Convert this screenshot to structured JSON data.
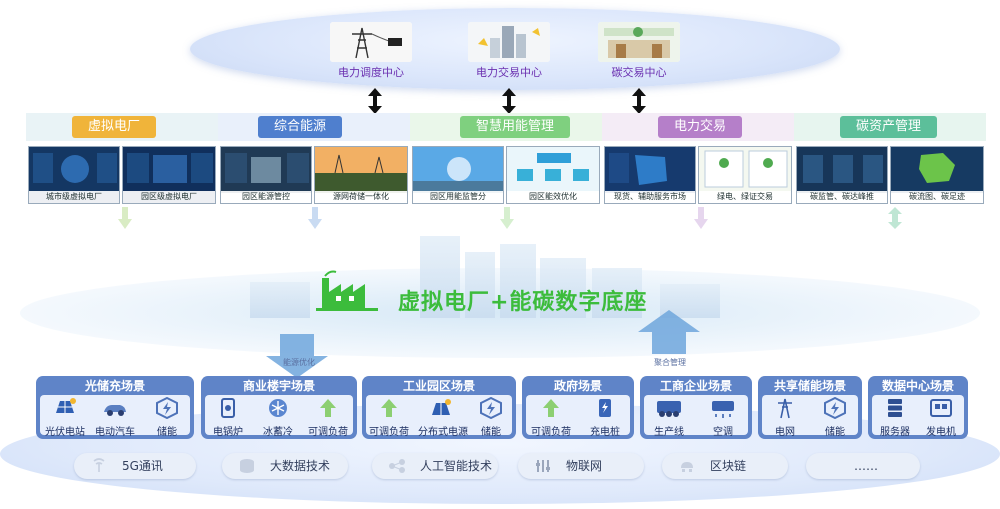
{
  "top_centers": [
    {
      "label": "电力调度中心"
    },
    {
      "label": "电力交易中心"
    },
    {
      "label": "碳交易中心"
    }
  ],
  "platforms": [
    {
      "title": "虚拟电厂",
      "color": "#f0b43a",
      "band": "#e9f3f6",
      "screens": [
        "城市级虚拟电厂",
        "园区级虚拟电厂"
      ]
    },
    {
      "title": "综合能源",
      "color": "#4f7fce",
      "band": "#e9f0fb",
      "screens": [
        "园区能源管控",
        "源网荷储一体化"
      ]
    },
    {
      "title": "智慧用能管理",
      "color": "#7fd07f",
      "band": "#eaf7ea",
      "screens": [
        "园区用能监管分",
        "园区能效优化"
      ]
    },
    {
      "title": "电力交易",
      "color": "#b57fc9",
      "band": "#f4ecf6",
      "screens": [
        "现货、辅助服务市场",
        "绿电、绿证交易"
      ]
    },
    {
      "title": "碳资产管理",
      "color": "#5cbf9a",
      "band": "#e7f5ef",
      "screens": [
        "碳监管、碳达峰推",
        "碳流图、碳足迹"
      ]
    }
  ],
  "middle": {
    "title": "虚拟电厂+能碳数字底座",
    "down_note": "能源优化",
    "up_note": "聚合管理"
  },
  "scenes": [
    {
      "title": "光储充场景",
      "items": [
        {
          "label": "光伏电站",
          "icon": "solar-panel-icon"
        },
        {
          "label": "电动汽车",
          "icon": "electric-car-icon"
        },
        {
          "label": "储能",
          "icon": "battery-storage-icon"
        }
      ]
    },
    {
      "title": "商业楼宇场景",
      "items": [
        {
          "label": "电锅炉",
          "icon": "electric-boiler-icon"
        },
        {
          "label": "冰蓄冷",
          "icon": "ice-storage-icon"
        },
        {
          "label": "可调负荷",
          "icon": "adjustable-load-icon"
        }
      ]
    },
    {
      "title": "工业园区场景",
      "items": [
        {
          "label": "可调负荷",
          "icon": "adjustable-load-icon"
        },
        {
          "label": "分布式电源",
          "icon": "distributed-power-icon"
        },
        {
          "label": "储能",
          "icon": "battery-storage-icon"
        }
      ]
    },
    {
      "title": "政府场景",
      "items": [
        {
          "label": "可调负荷",
          "icon": "adjustable-load-icon"
        },
        {
          "label": "充电桩",
          "icon": "charging-pile-icon"
        }
      ]
    },
    {
      "title": "工商企业场景",
      "items": [
        {
          "label": "生产线",
          "icon": "production-line-icon"
        },
        {
          "label": "空调",
          "icon": "air-conditioner-icon"
        }
      ]
    },
    {
      "title": "共享储能场景",
      "items": [
        {
          "label": "电网",
          "icon": "power-grid-icon"
        },
        {
          "label": "储能",
          "icon": "battery-storage-icon"
        }
      ]
    },
    {
      "title": "数据中心场景",
      "items": [
        {
          "label": "服务器",
          "icon": "server-icon"
        },
        {
          "label": "发电机",
          "icon": "generator-icon"
        }
      ]
    }
  ],
  "tech": [
    {
      "label": "5G通讯",
      "icon": "5g-icon"
    },
    {
      "label": "大数据技术",
      "icon": "big-data-icon"
    },
    {
      "label": "人工智能技术",
      "icon": "ai-icon"
    },
    {
      "label": "物联网",
      "icon": "iot-icon"
    },
    {
      "label": "区块链",
      "icon": "blockchain-icon"
    },
    {
      "label": "……",
      "icon": ""
    }
  ]
}
